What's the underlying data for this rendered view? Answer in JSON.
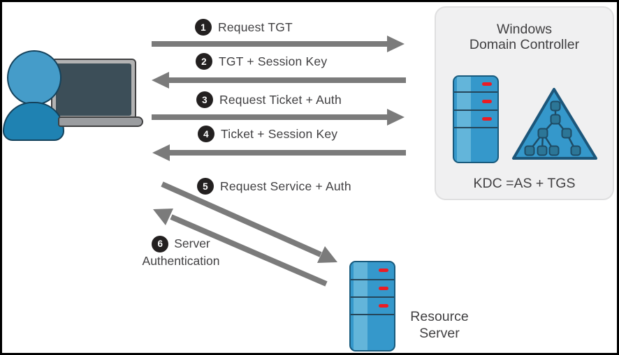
{
  "messages": [
    {
      "num": "1",
      "label": "Request TGT",
      "direction": "client-to-kdc"
    },
    {
      "num": "2",
      "label": "TGT + Session Key",
      "direction": "kdc-to-client"
    },
    {
      "num": "3",
      "label": "Request Ticket + Auth",
      "direction": "client-to-kdc"
    },
    {
      "num": "4",
      "label": "Ticket + Session Key",
      "direction": "kdc-to-client"
    },
    {
      "num": "5",
      "label": "Request Service + Auth",
      "direction": "client-to-resource"
    },
    {
      "num": "6",
      "label": "Server",
      "label2": "Authentication",
      "direction": "resource-to-client"
    }
  ],
  "kdc": {
    "title_line1": "Windows",
    "title_line2": "Domain Controller",
    "caption": "KDC =AS + TGS"
  },
  "resource_server": {
    "label_line1": "Resource",
    "label_line2": "Server"
  },
  "colors": {
    "arrow_gray": "#7b7b7b",
    "badge_black": "#232020",
    "text_gray": "#414042",
    "box_fill": "#f0f0f1",
    "server_blue": "#3598cb",
    "server_stripe": "#63b5da",
    "server_outline": "#185a7d",
    "led_red": "#ec1c24",
    "person_head_blue": "#459cc9",
    "person_body_blue": "#1f82b2",
    "laptop_screen": "#3c4e58"
  }
}
